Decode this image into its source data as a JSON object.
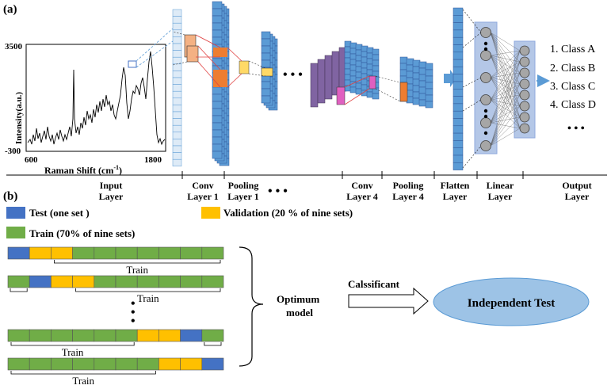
{
  "panel_a": {
    "label": "(a)",
    "plot": {
      "y_tick_top": "3500",
      "y_tick_bottom": "-300",
      "x_tick_left": "600",
      "x_tick_right": "1800",
      "ylabel": "Intensity(a.u.)",
      "xlabel": "Raman Shift (cm-1)",
      "xlabel_main": "Raman Shift (cm",
      "xlabel_sup": "-1",
      "xlabel_end": ")"
    },
    "ellipsis": "• • •",
    "layer_labels": [
      {
        "line1": "Input",
        "line2": "Layer"
      },
      {
        "line1": "Conv",
        "line2": "Layer 1"
      },
      {
        "line1": "Pooling",
        "line2": "Layer 1"
      },
      {
        "line1": "Conv",
        "line2": "Layer 4"
      },
      {
        "line1": "Pooling",
        "line2": "Layer 4"
      },
      {
        "line1": "Flatten",
        "line2": "Layer"
      },
      {
        "line1": "Linear",
        "line2": "Layer"
      },
      {
        "line1": "Output",
        "line2": "Layer"
      }
    ],
    "classes": [
      "1. Class A",
      "2. Class B",
      "3. Class C",
      "4. Class D"
    ],
    "class_ellipsis": "• • •"
  },
  "panel_b": {
    "label": "(b)",
    "legend": {
      "test": "Test (one set )",
      "validation": "Validation (20 % of nine sets)",
      "train": "Train (70% of nine sets)"
    },
    "train_label": "Train",
    "optimum_model": {
      "line1": "Optimum",
      "line2": "model"
    },
    "classificant": "Calssificant",
    "independent_test": "Independent Test",
    "rows": [
      [
        "test",
        "val",
        "val",
        "train",
        "train",
        "train",
        "train",
        "train",
        "train",
        "train"
      ],
      [
        "train",
        "test",
        "val",
        "val",
        "train",
        "train",
        "train",
        "train",
        "train",
        "train"
      ],
      [
        "train",
        "train",
        "train",
        "train",
        "train",
        "train",
        "val",
        "val",
        "test",
        "train"
      ],
      [
        "train",
        "train",
        "train",
        "train",
        "train",
        "train",
        "train",
        "val",
        "val",
        "test"
      ]
    ]
  },
  "colors": {
    "test": "#4472c4",
    "validation": "#ffc000",
    "train": "#70ad47",
    "conv_blue": "#5b9bd5",
    "pool_orange": "#ed7d31",
    "pink": "#e060c0",
    "ellipse": "#9dc3e6"
  }
}
